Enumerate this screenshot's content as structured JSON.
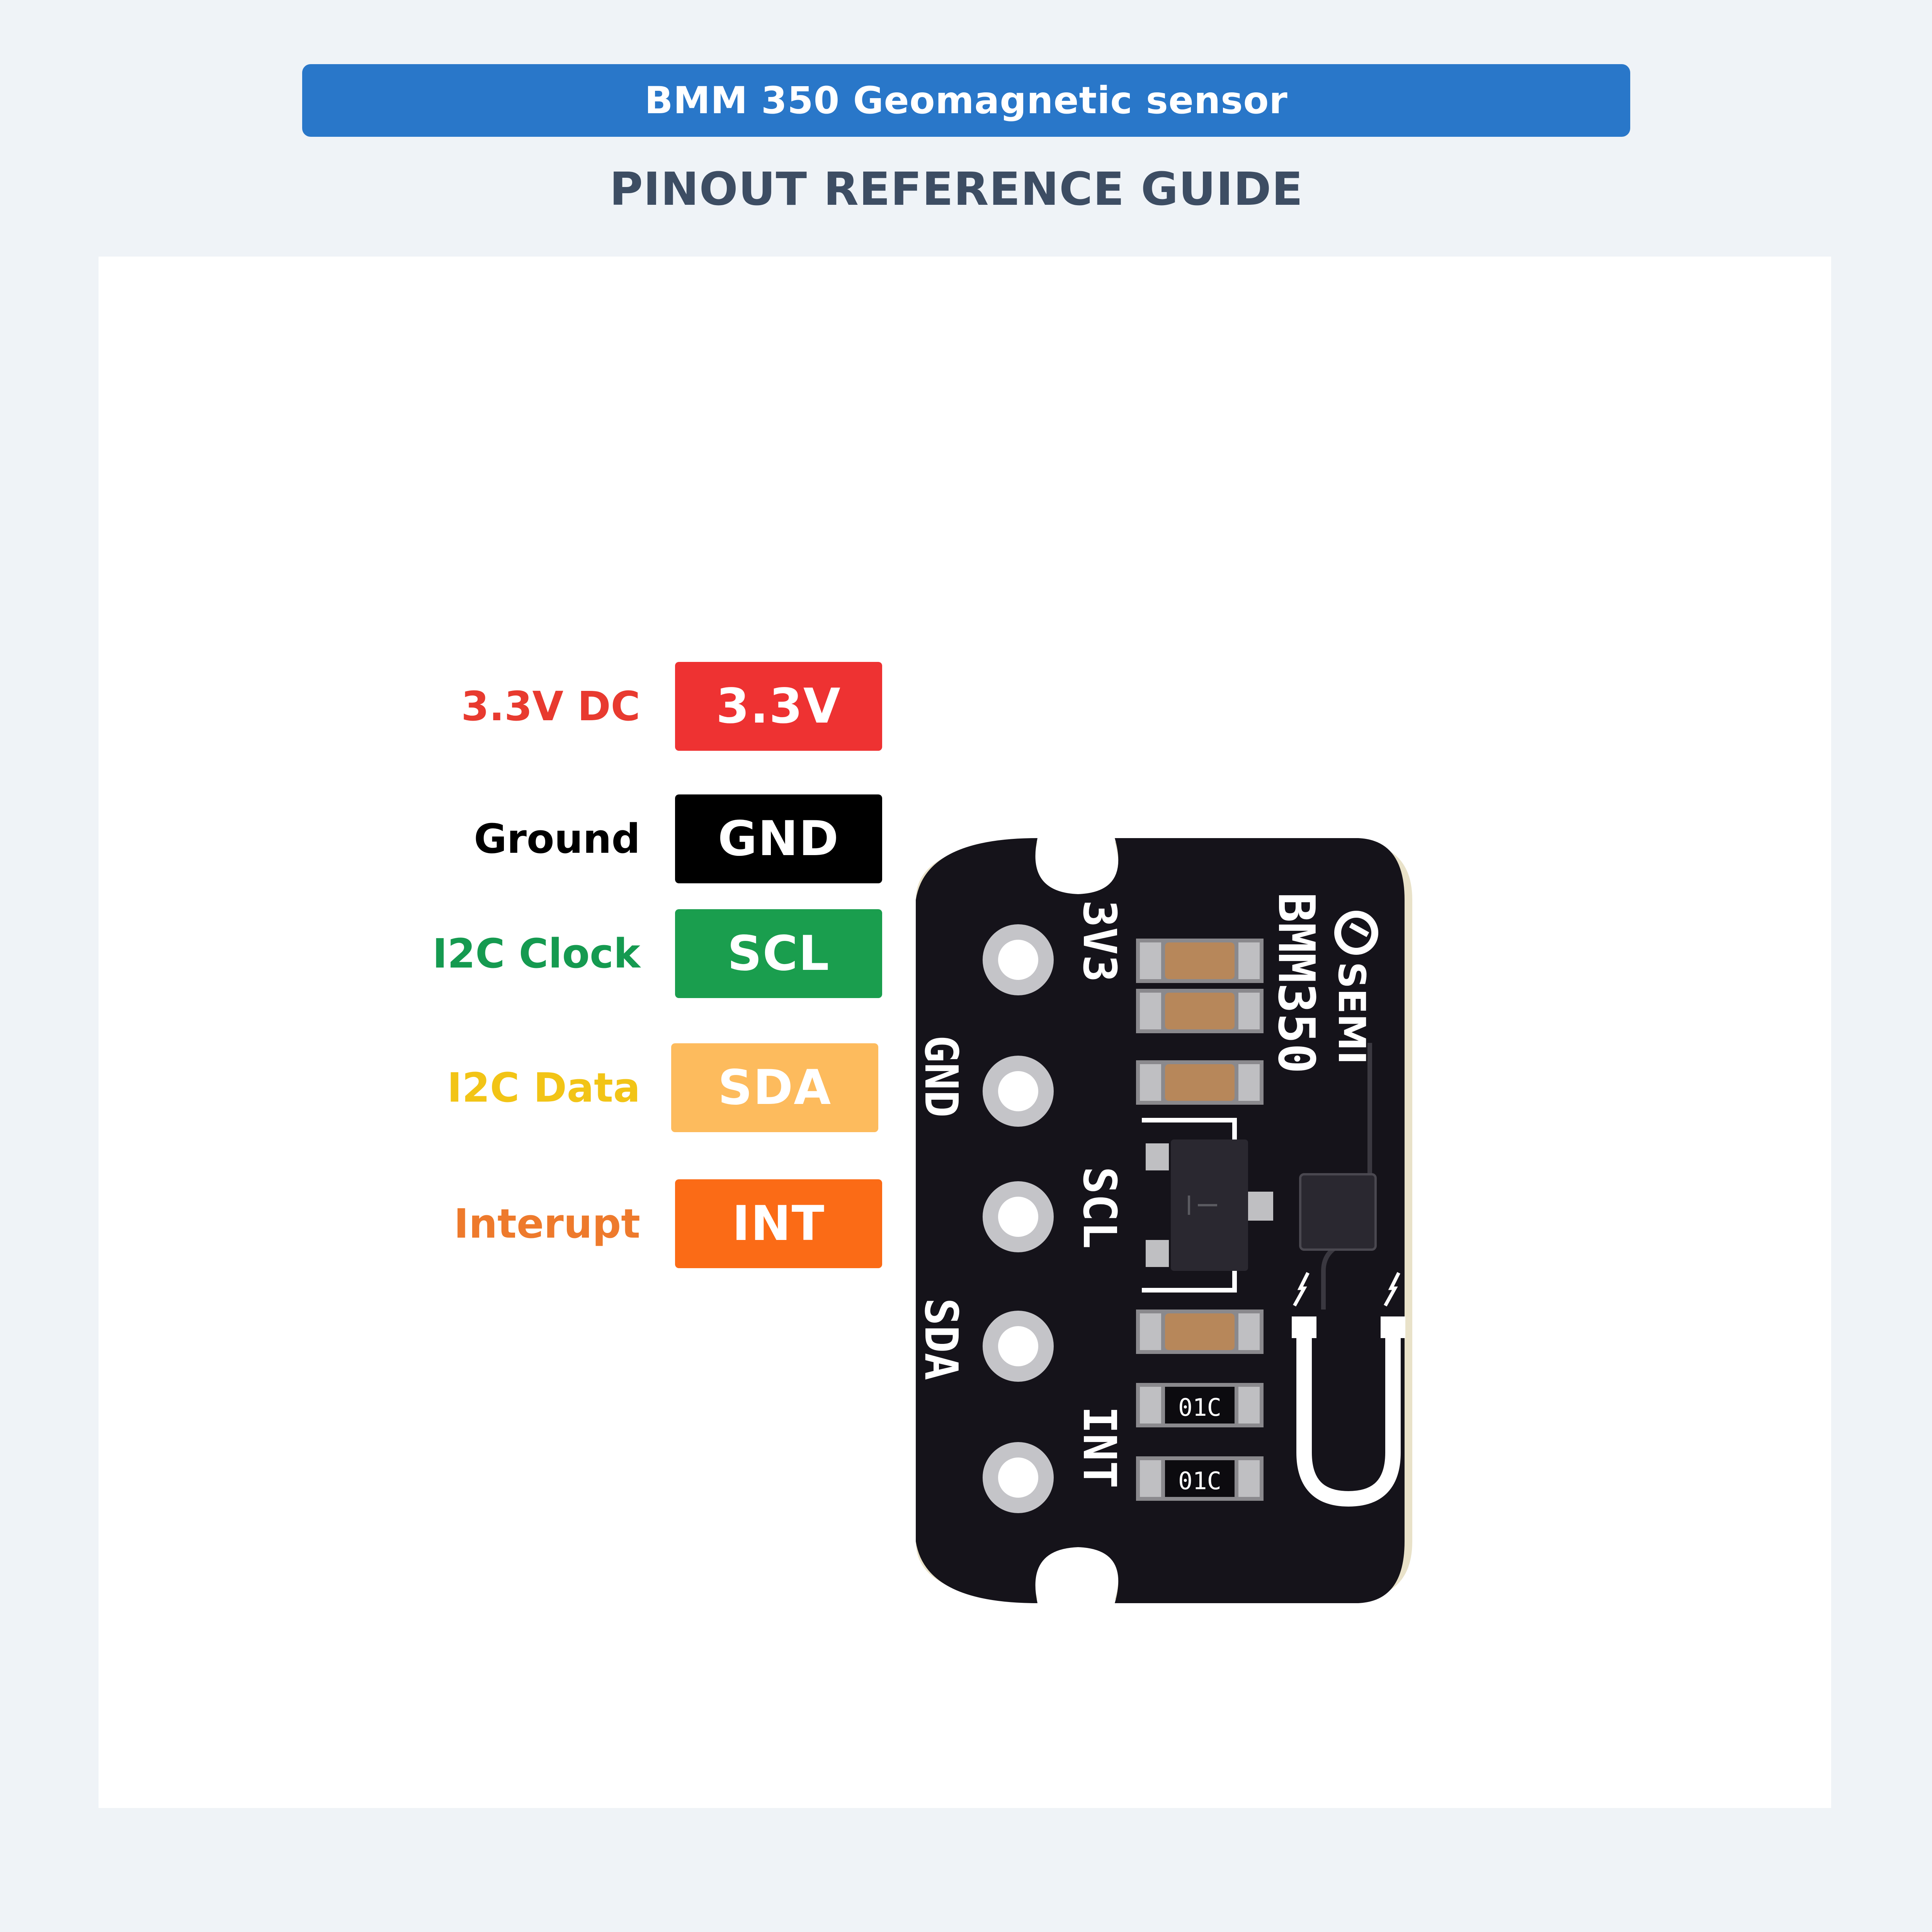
{
  "header": {
    "title": "BMM 350 Geomagnetic sensor",
    "subtitle": "PINOUT REFERENCE GUIDE"
  },
  "pins": [
    {
      "description": "3.3V DC",
      "label": "3.3V",
      "desc_color": "#e83a2f",
      "badge_color": "#ee3232"
    },
    {
      "description": "Ground",
      "label": "GND",
      "desc_color": "#000000",
      "badge_color": "#000000"
    },
    {
      "description": "I2C Clock",
      "label": "SCL",
      "desc_color": "#159a50",
      "badge_color": "#1a9e4e"
    },
    {
      "description": "I2C Data",
      "label": "SDA",
      "desc_color": "#f2c416",
      "badge_color": "#fdbb5d"
    },
    {
      "description": "Interupt",
      "label": "INT",
      "desc_color": "#ee7a2c",
      "badge_color": "#fb6b16"
    }
  ],
  "board": {
    "silkscreen_pins": [
      "3V3",
      "GND",
      "SCL",
      "SDA",
      "INT"
    ],
    "chip_name": "BMM350",
    "brand": "SEMI",
    "resistor_marking": "01C"
  }
}
